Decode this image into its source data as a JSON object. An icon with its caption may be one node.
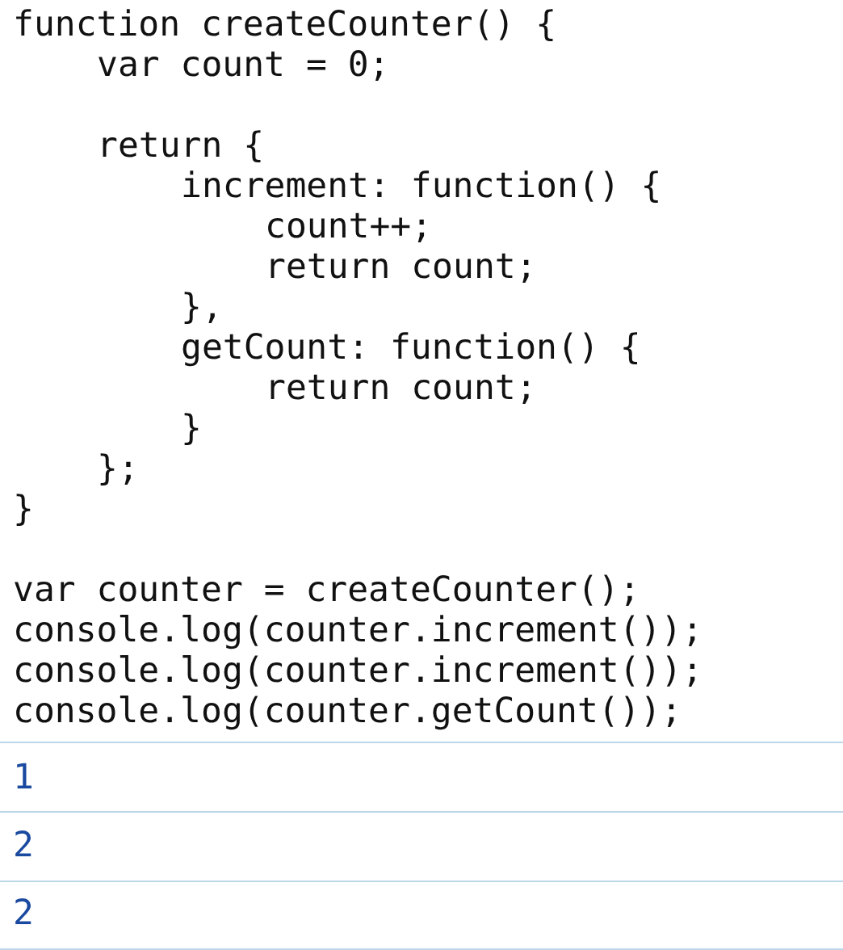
{
  "diagram": {
    "labels": [
      "function createCounter() {",
      "var count = 0;",
      "return {",
      "increment: function() {",
      "count++;",
      "return count;",
      "},",
      "getCount: function() {",
      "return count;",
      "}",
      "};",
      "}",
      "var counter = createCounter();",
      "console.log(counter.increment());",
      "console.log(counter.increment());",
      "console.log(counter.getCount());",
      "1",
      "2",
      "2"
    ]
  }
}
